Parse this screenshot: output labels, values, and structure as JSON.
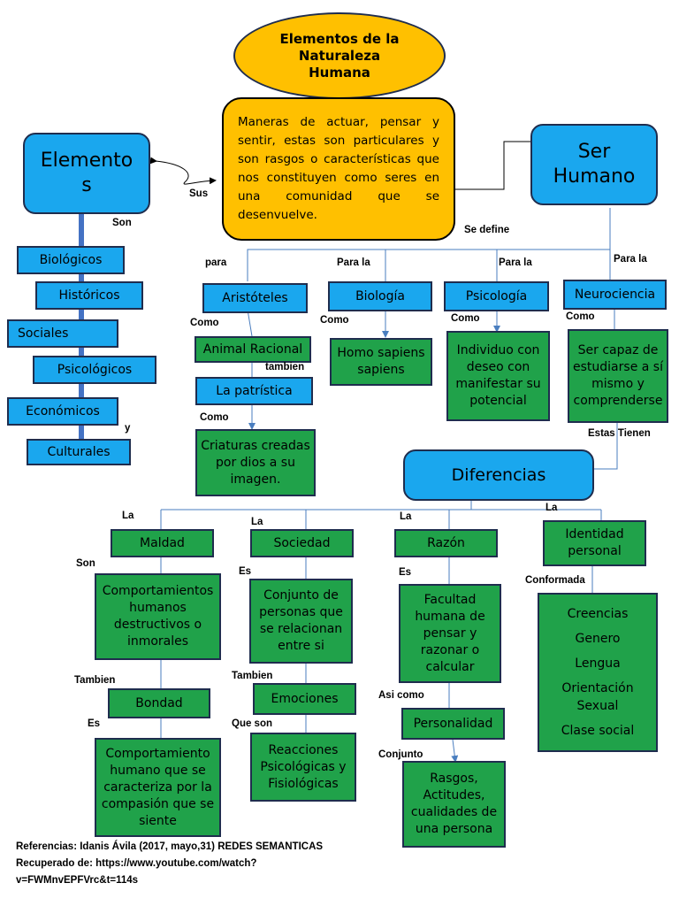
{
  "title": "Elementos de la Naturaleza Humana",
  "definition": "Maneras de actuar, pensar y sentir, estas son particulares y son rasgos o características que nos constituyen como seres en una comunidad que se desenvuelve.",
  "ser_humano": "Ser Humano",
  "elementos": {
    "title": "Elemento s",
    "items": [
      "Biológicos",
      "Históricos",
      "Sociales",
      "Psicológicos",
      "Económicos",
      "Culturales"
    ]
  },
  "definitions": {
    "aristoteles": "Aristóteles",
    "animal_racional": "Animal Racional",
    "la_patristica": "La patrística",
    "criaturas": "Criaturas creadas por dios a su imagen.",
    "biologia": "Biología",
    "homo_sapiens": "Homo sapiens sapiens",
    "psicologia": "Psicología",
    "individuo": "Individuo con deseo con manifestar su potencial",
    "neurociencia": "Neurociencia",
    "ser_capaz": "Ser capaz de estudiarse a sí mismo y comprenderse"
  },
  "diferencias": {
    "title": "Diferencias",
    "maldad": "Maldad",
    "maldad_desc": "Comportamientos humanos destructivos o inmorales",
    "bondad": "Bondad",
    "bondad_desc": "Comportamiento humano que se caracteriza por la compasión que se siente",
    "sociedad": "Sociedad",
    "sociedad_desc": "Conjunto de personas que se relacionan entre si",
    "emociones": "Emociones",
    "emociones_desc": "Reacciones Psicológicas y Fisiológicas",
    "razon": "Razón",
    "razon_desc": "Facultad humana de pensar y razonar o calcular",
    "personalidad": "Personalidad",
    "personalidad_desc": "Rasgos, Actitudes, cualidades de una persona",
    "identidad": "Identidad personal",
    "identidad_items": [
      "Creencias",
      "Genero",
      "Lengua",
      "Orientación Sexual",
      "Clase social"
    ]
  },
  "labels": {
    "sus": "Sus",
    "son": "Son",
    "se_define": "Se define",
    "para": "para",
    "para_la": "Para la",
    "como": "Como",
    "tambien_lower": "tambien",
    "y": "y",
    "estas_tienen": "Estas Tienen",
    "la": "La",
    "es": "Es",
    "tambien": "Tambien",
    "que_son": "Que son",
    "asi_como": "Asi como",
    "conjunto": "Conjunto",
    "conformada": "Conformada"
  },
  "reference": {
    "line1": "Referencias: Idanis Ávila (2017, mayo,31) REDES SEMANTICAS",
    "line2": "Recuperado de: https://www.youtube.com/watch?",
    "line3": "v=FWMnvEPFVrc&t=114s"
  },
  "colors": {
    "yellow": "#ffc000",
    "blue": "#1aa7ee",
    "green": "#20a24a",
    "connector": "#4a7ebf",
    "spine": "#4472c4"
  }
}
